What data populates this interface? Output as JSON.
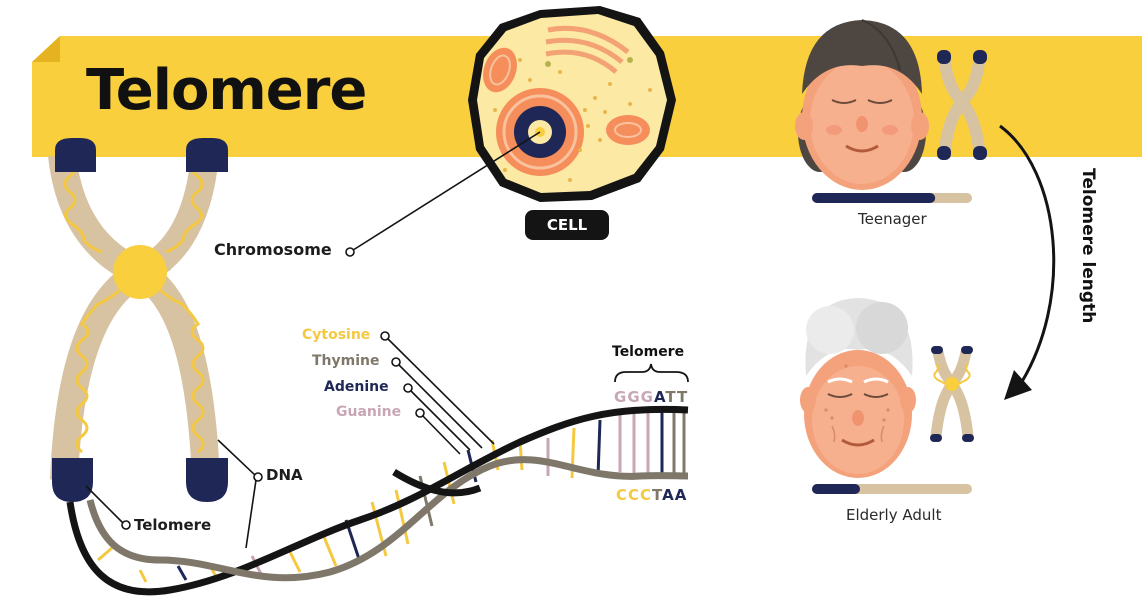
{
  "title": "Telomere",
  "labels": {
    "cell": "CELL",
    "chromosome": "Chromosome",
    "dna": "DNA",
    "telomere_left": "Telomere",
    "telomere_top": "Telomere",
    "cytosine": "Cytosine",
    "thymine": "Thymine",
    "adenine": "Adenine",
    "guanine": "Guanine",
    "teenager": "Teenager",
    "elderly": "Elderly Adult",
    "telomere_length": "Telomere length"
  },
  "sequence": {
    "top": [
      {
        "char": "G",
        "base": "guanine"
      },
      {
        "char": "G",
        "base": "guanine"
      },
      {
        "char": "G",
        "base": "guanine"
      },
      {
        "char": "A",
        "base": "adenine"
      },
      {
        "char": "T",
        "base": "thymine"
      },
      {
        "char": "T",
        "base": "thymine"
      }
    ],
    "bottom": [
      {
        "char": "C",
        "base": "cytosine"
      },
      {
        "char": "C",
        "base": "cytosine"
      },
      {
        "char": "C",
        "base": "cytosine"
      },
      {
        "char": "T",
        "base": "thymine"
      },
      {
        "char": "A",
        "base": "adenine"
      },
      {
        "char": "A",
        "base": "adenine"
      }
    ]
  },
  "telomere_bars": {
    "teenager_fraction": 0.77,
    "elderly_fraction": 0.3
  },
  "colors": {
    "banner": "#F9CF3E",
    "navy": "#1E2756",
    "tan": "#D7C3A2",
    "cytosine": "#F5C842",
    "thymine": "#7F786A",
    "adenine": "#1E2756",
    "guanine": "#C7A6B6",
    "skin": "#F4A27C",
    "hair": "#4E4640",
    "grey_hair": "#E2E2E2"
  }
}
